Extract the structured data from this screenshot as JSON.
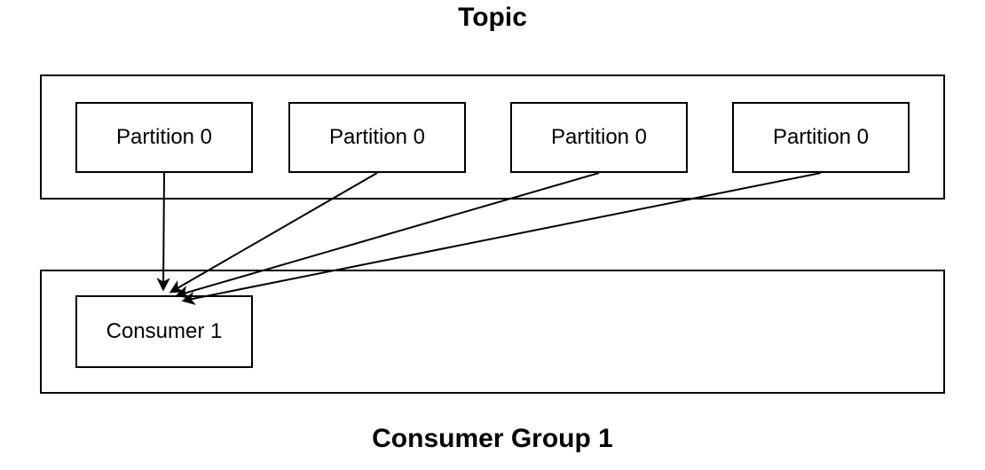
{
  "diagram": {
    "title": "Topic",
    "topic_container": {
      "partitions": [
        "Partition 0",
        "Partition 0",
        "Partition 0",
        "Partition 0"
      ]
    },
    "consumer_group": {
      "label": "Consumer Group 1",
      "consumers": [
        "Consumer 1"
      ]
    },
    "connections": [
      {
        "from": "partition-1",
        "to": "consumer-1"
      },
      {
        "from": "partition-2",
        "to": "consumer-1"
      },
      {
        "from": "partition-3",
        "to": "consumer-1"
      },
      {
        "from": "partition-4",
        "to": "consumer-1"
      }
    ],
    "colors": {
      "stroke": "#000000",
      "text": "#000000",
      "background": "#ffffff"
    }
  }
}
